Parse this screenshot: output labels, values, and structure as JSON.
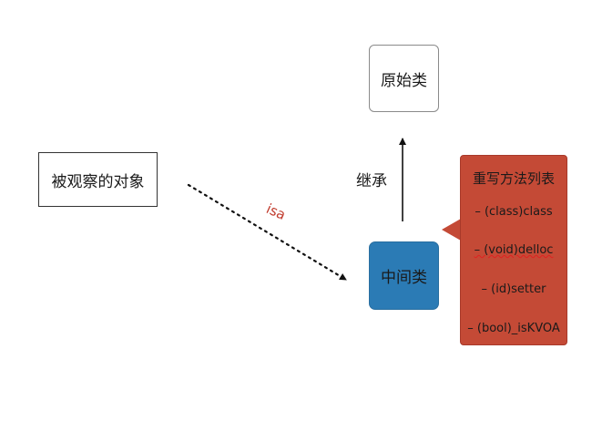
{
  "nodes": {
    "observed_object": "被观察的对象",
    "original_class": "原始类",
    "intermediate_class": "中间类"
  },
  "edges": {
    "isa_label": "isa",
    "inherit_label": "继承"
  },
  "callout": {
    "title": "重写方法列表",
    "methods": [
      "– (class)class",
      "– (void)delloc",
      "– (id)setter",
      "– (bool)_isKVOA"
    ]
  },
  "colors": {
    "intermediate_fill": "#2b7bb5",
    "callout_fill": "#c44a36",
    "isa_label": "#c0392b"
  }
}
